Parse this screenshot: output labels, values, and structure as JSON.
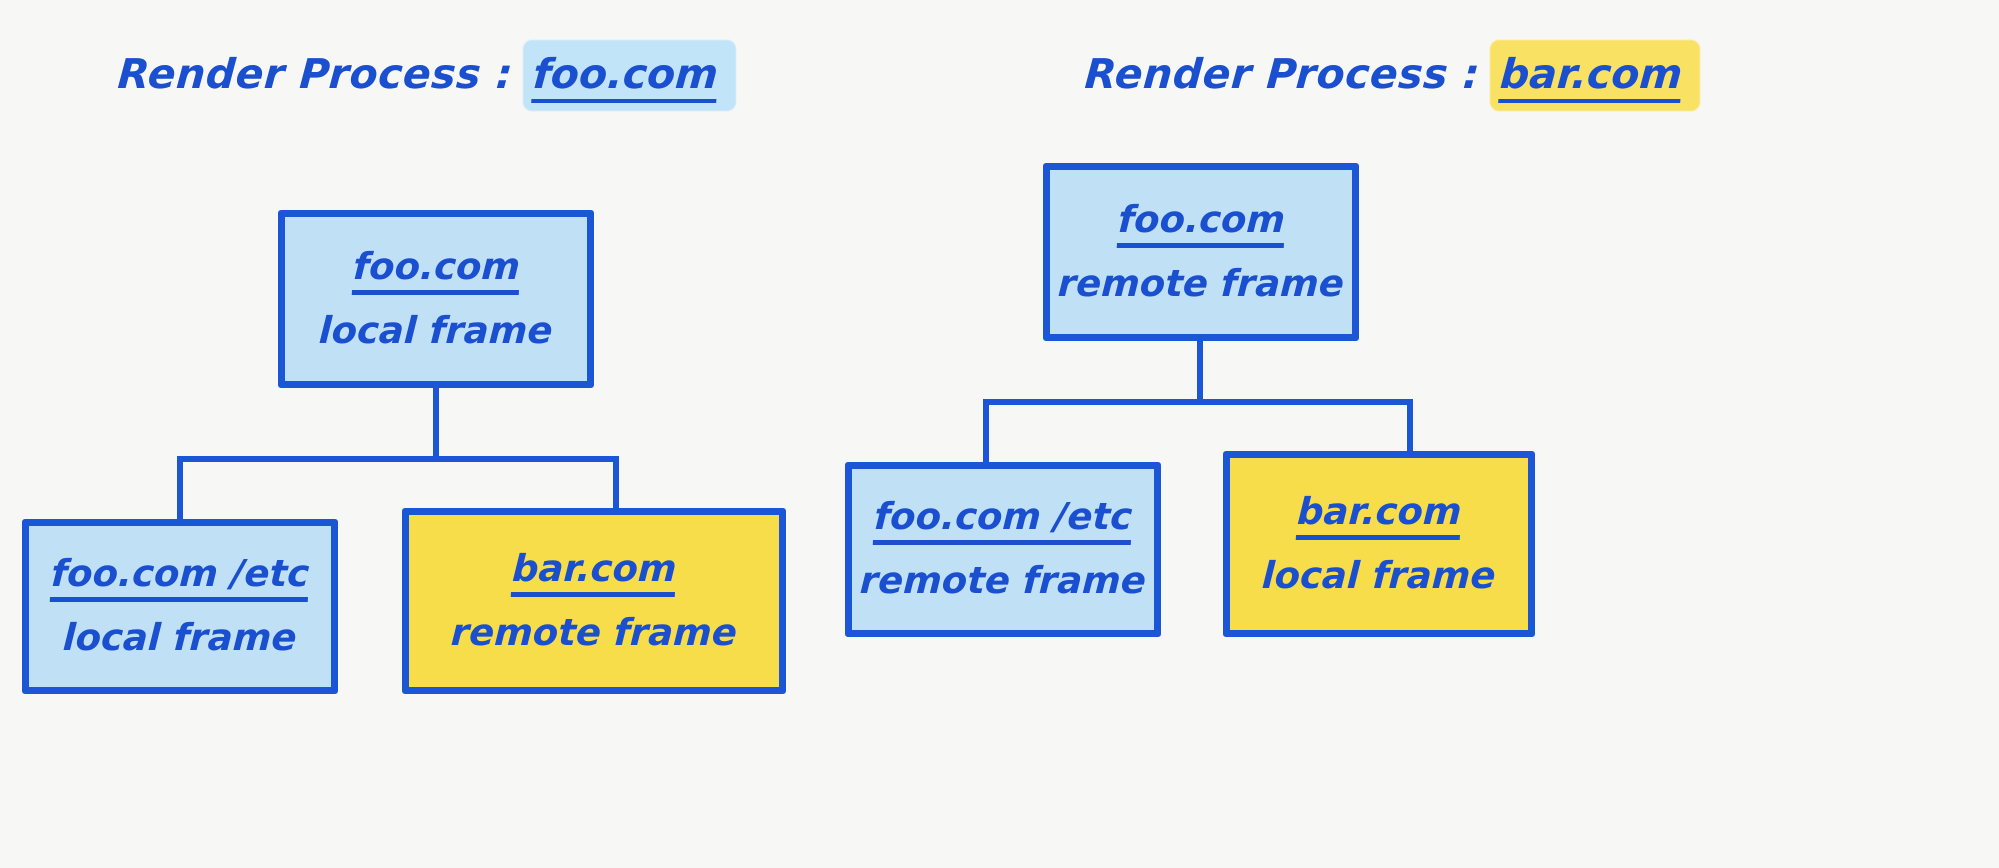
{
  "page": {
    "background_color": "#f7f7f5",
    "accent_blue": "#1a56d6",
    "fill_blue": "#bfe0f5",
    "fill_yellow": "#f7dd4a",
    "highlight_blue": "#bfe3fa",
    "highlight_yellow": "#f9e05c"
  },
  "diagram": {
    "type": "frame-tree",
    "groups": [
      {
        "id": "render-process-foo",
        "heading": {
          "prefix": "Render Process :",
          "highlighted": "foo.com",
          "highlight_color": "#bfe3fa",
          "highlight_style": "blue-marker"
        },
        "parent": {
          "domain": "foo.com",
          "frame_type": "local frame",
          "fill": "blue"
        },
        "children": [
          {
            "domain": "foo.com /etc",
            "frame_type": "local frame",
            "fill": "blue"
          },
          {
            "domain": "bar.com",
            "frame_type": "remote frame",
            "fill": "yellow"
          }
        ]
      },
      {
        "id": "render-process-bar",
        "heading": {
          "prefix": "Render Process :",
          "highlighted": "bar.com",
          "highlight_color": "#f9e05c",
          "highlight_style": "yellow-marker"
        },
        "parent": {
          "domain": "foo.com",
          "frame_type": "remote frame",
          "fill": "blue"
        },
        "children": [
          {
            "domain": "foo.com /etc",
            "frame_type": "remote frame",
            "fill": "blue"
          },
          {
            "domain": "bar.com",
            "frame_type": "local frame",
            "fill": "yellow"
          }
        ]
      }
    ]
  }
}
